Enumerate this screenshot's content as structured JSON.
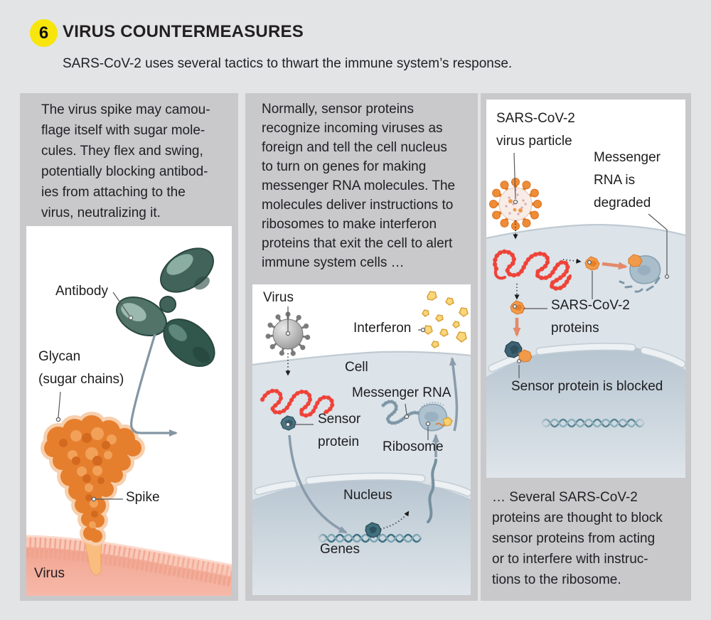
{
  "header": {
    "badge": "6",
    "title": "VIRUS COUNTERMEASURES",
    "subtitle": "SARS-CoV-2 uses several tactics to thwart the immune system’s response."
  },
  "panels": {
    "glycan": {
      "body": "The virus spike may camou-\nflage itself with sugar mole-\ncules. They flex and swing,\npotentially blocking antibod-\nies from attaching to the\nvirus, neutralizing it.",
      "labels": {
        "antibody": "Antibody",
        "glycan": "Glycan\n(sugar chains)",
        "spike": "Spike",
        "virus": "Virus"
      }
    },
    "normal": {
      "body": "Normally, sensor proteins\nrecognize incoming viruses as\nforeign and tell the cell nucleus\nto turn on genes for making\nmessenger RNA molecules. The\nmolecules deliver instructions to\nribosomes to make interferon\nproteins that exit the cell to alert\nimmune system cells …",
      "labels": {
        "virus": "Virus",
        "interferon": "Interferon",
        "cell": "Cell",
        "messenger_rna": "Messenger RNA",
        "sensor_protein": "Sensor\nprotein",
        "ribosome": "Ribosome",
        "nucleus": "Nucleus",
        "genes": "Genes"
      }
    },
    "blocked": {
      "labels": {
        "virus_particle": "SARS-CoV-2\nvirus particle",
        "mrna_degraded": "Messenger\nRNA is\ndegraded",
        "sars_proteins": "SARS-CoV-2\nproteins",
        "sensor_blocked": "Sensor protein is blocked"
      },
      "caption": "… Several SARS-CoV-2\nproteins are thought to block\nsensor proteins from acting\nor to interfere with instruc-\ntions to the ribosome."
    }
  },
  "colors": {
    "badge_yellow": "#f8e50c",
    "panel_gray": "#c9c9cb",
    "spike_orange": "#e57f2e",
    "membrane_pink": "#f4a993",
    "antibody_teal": "#41635a",
    "rna_red": "#ee4338",
    "cell_blue": "#dce3e9",
    "nucleus_blue": "#b6c4d0",
    "interferon_yellow": "#f9d77a",
    "arrow_gray": "#8a9cab",
    "block_arrow_salmon": "#e28a6a",
    "dna_teal": "#3c6f82"
  }
}
